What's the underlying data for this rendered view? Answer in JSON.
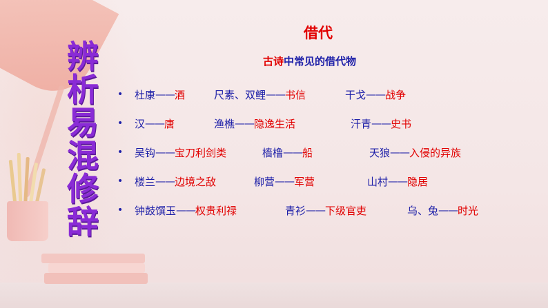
{
  "vertical_title": [
    "辨",
    "析",
    "易",
    "混",
    "修",
    "辞"
  ],
  "heading": "借代",
  "subheading": {
    "part1": "古诗",
    "part2": "中常见的借代物"
  },
  "dash": "——",
  "rows": [
    {
      "entries": [
        {
          "term": "杜康",
          "meaning": "酒"
        },
        {
          "term": "尺素、双鲤",
          "meaning": "书信"
        },
        {
          "term": "干戈",
          "meaning": "战争"
        }
      ]
    },
    {
      "entries": [
        {
          "term": "汉",
          "meaning": "唐"
        },
        {
          "term": "渔樵",
          "meaning": "隐逸生活"
        },
        {
          "term": "汗青",
          "meaning": "史书"
        }
      ]
    },
    {
      "entries": [
        {
          "term": "吴钩",
          "meaning": "宝刀利剑类"
        },
        {
          "term": "樯橹",
          "meaning": "船"
        },
        {
          "term": "天狼",
          "meaning": "入侵的异族"
        }
      ]
    },
    {
      "entries": [
        {
          "term": "楼兰",
          "meaning": "边境之敌"
        },
        {
          "term": "柳营",
          "meaning": "军营"
        },
        {
          "term": "山村",
          "meaning": "隐居"
        }
      ]
    },
    {
      "entries": [
        {
          "term": "钟鼓馔玉",
          "meaning": "权贵利禄"
        },
        {
          "term": "青衫",
          "meaning": "下级官吏"
        },
        {
          "term": "乌、兔",
          "meaning": "时光"
        }
      ]
    }
  ],
  "colors": {
    "title_purple": "#8a2bd6",
    "term_blue": "#1d1fa8",
    "meaning_red": "#e10000"
  },
  "bullet_icon": "bullet-dot-icon"
}
